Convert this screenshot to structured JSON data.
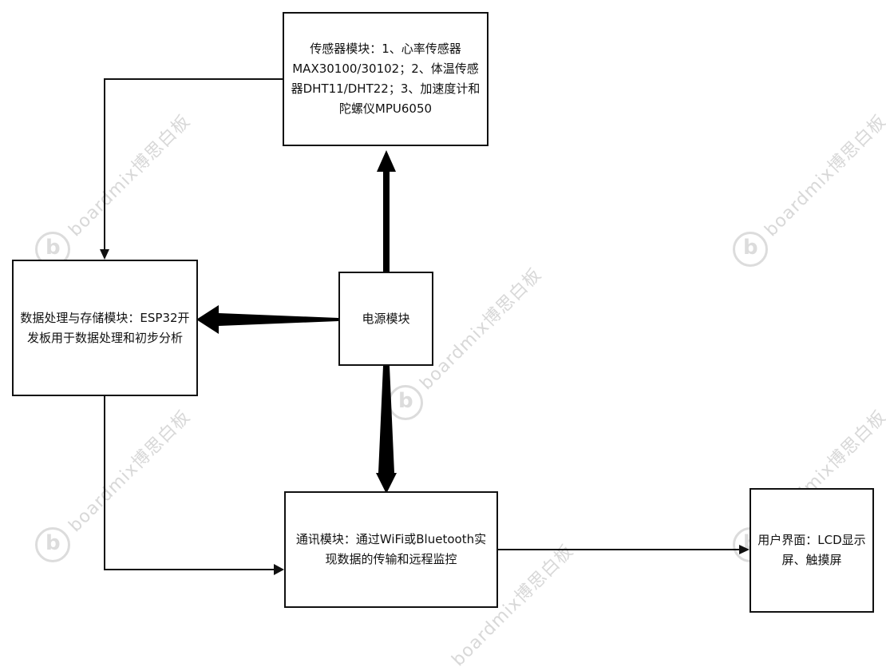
{
  "diagram": {
    "nodes": {
      "sensor": "传感器模块：1、心率传感器MAX30100/30102；2、体温传感器DHT11/DHT22；3、加速度计和陀螺仪MPU6050",
      "processing": "数据处理与存储模块：ESP32开发板用于数据处理和初步分析",
      "power": "电源模块",
      "comm": "通讯模块：通过WiFi或Bluetooth实现数据的传输和远程监控",
      "ui": "用户界面：LCD显示屏、触摸屏"
    },
    "edges": [
      {
        "from": "sensor",
        "to": "processing",
        "style": "thin-arrow"
      },
      {
        "from": "power",
        "to": "sensor",
        "style": "thick-arrow"
      },
      {
        "from": "power",
        "to": "processing",
        "style": "thick-arrow"
      },
      {
        "from": "power",
        "to": "comm",
        "style": "thick-arrow"
      },
      {
        "from": "processing",
        "to": "comm",
        "style": "thin-arrow"
      },
      {
        "from": "comm",
        "to": "ui",
        "style": "thin-arrow"
      }
    ]
  },
  "watermark": {
    "text": "boardmix博思白板",
    "logo_icon": "boardmix-logo-icon"
  }
}
